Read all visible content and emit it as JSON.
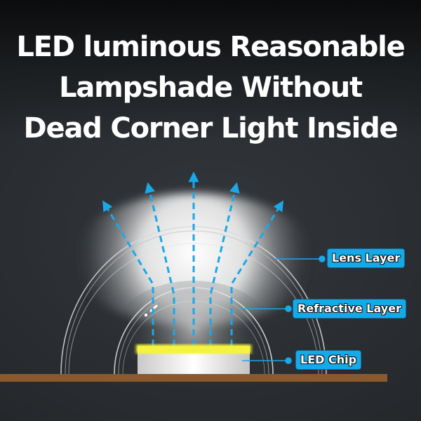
{
  "title": {
    "lines": [
      "LED luminous Reasonable",
      "Lampshade Without",
      "Dead Corner Light Inside"
    ]
  },
  "labels": {
    "lens_layer": "Lens Layer",
    "refractive_layer": "Refractive Layer",
    "led_chip": "LED Chip"
  },
  "colors": {
    "background": "#262a2e",
    "label_fill": "#16a9e8",
    "arrow": "#1aa8e8",
    "chip_glow": "#f8f53a",
    "base": "#8a5a2e"
  },
  "icons": [
    "light-ray-arrow-icon"
  ]
}
